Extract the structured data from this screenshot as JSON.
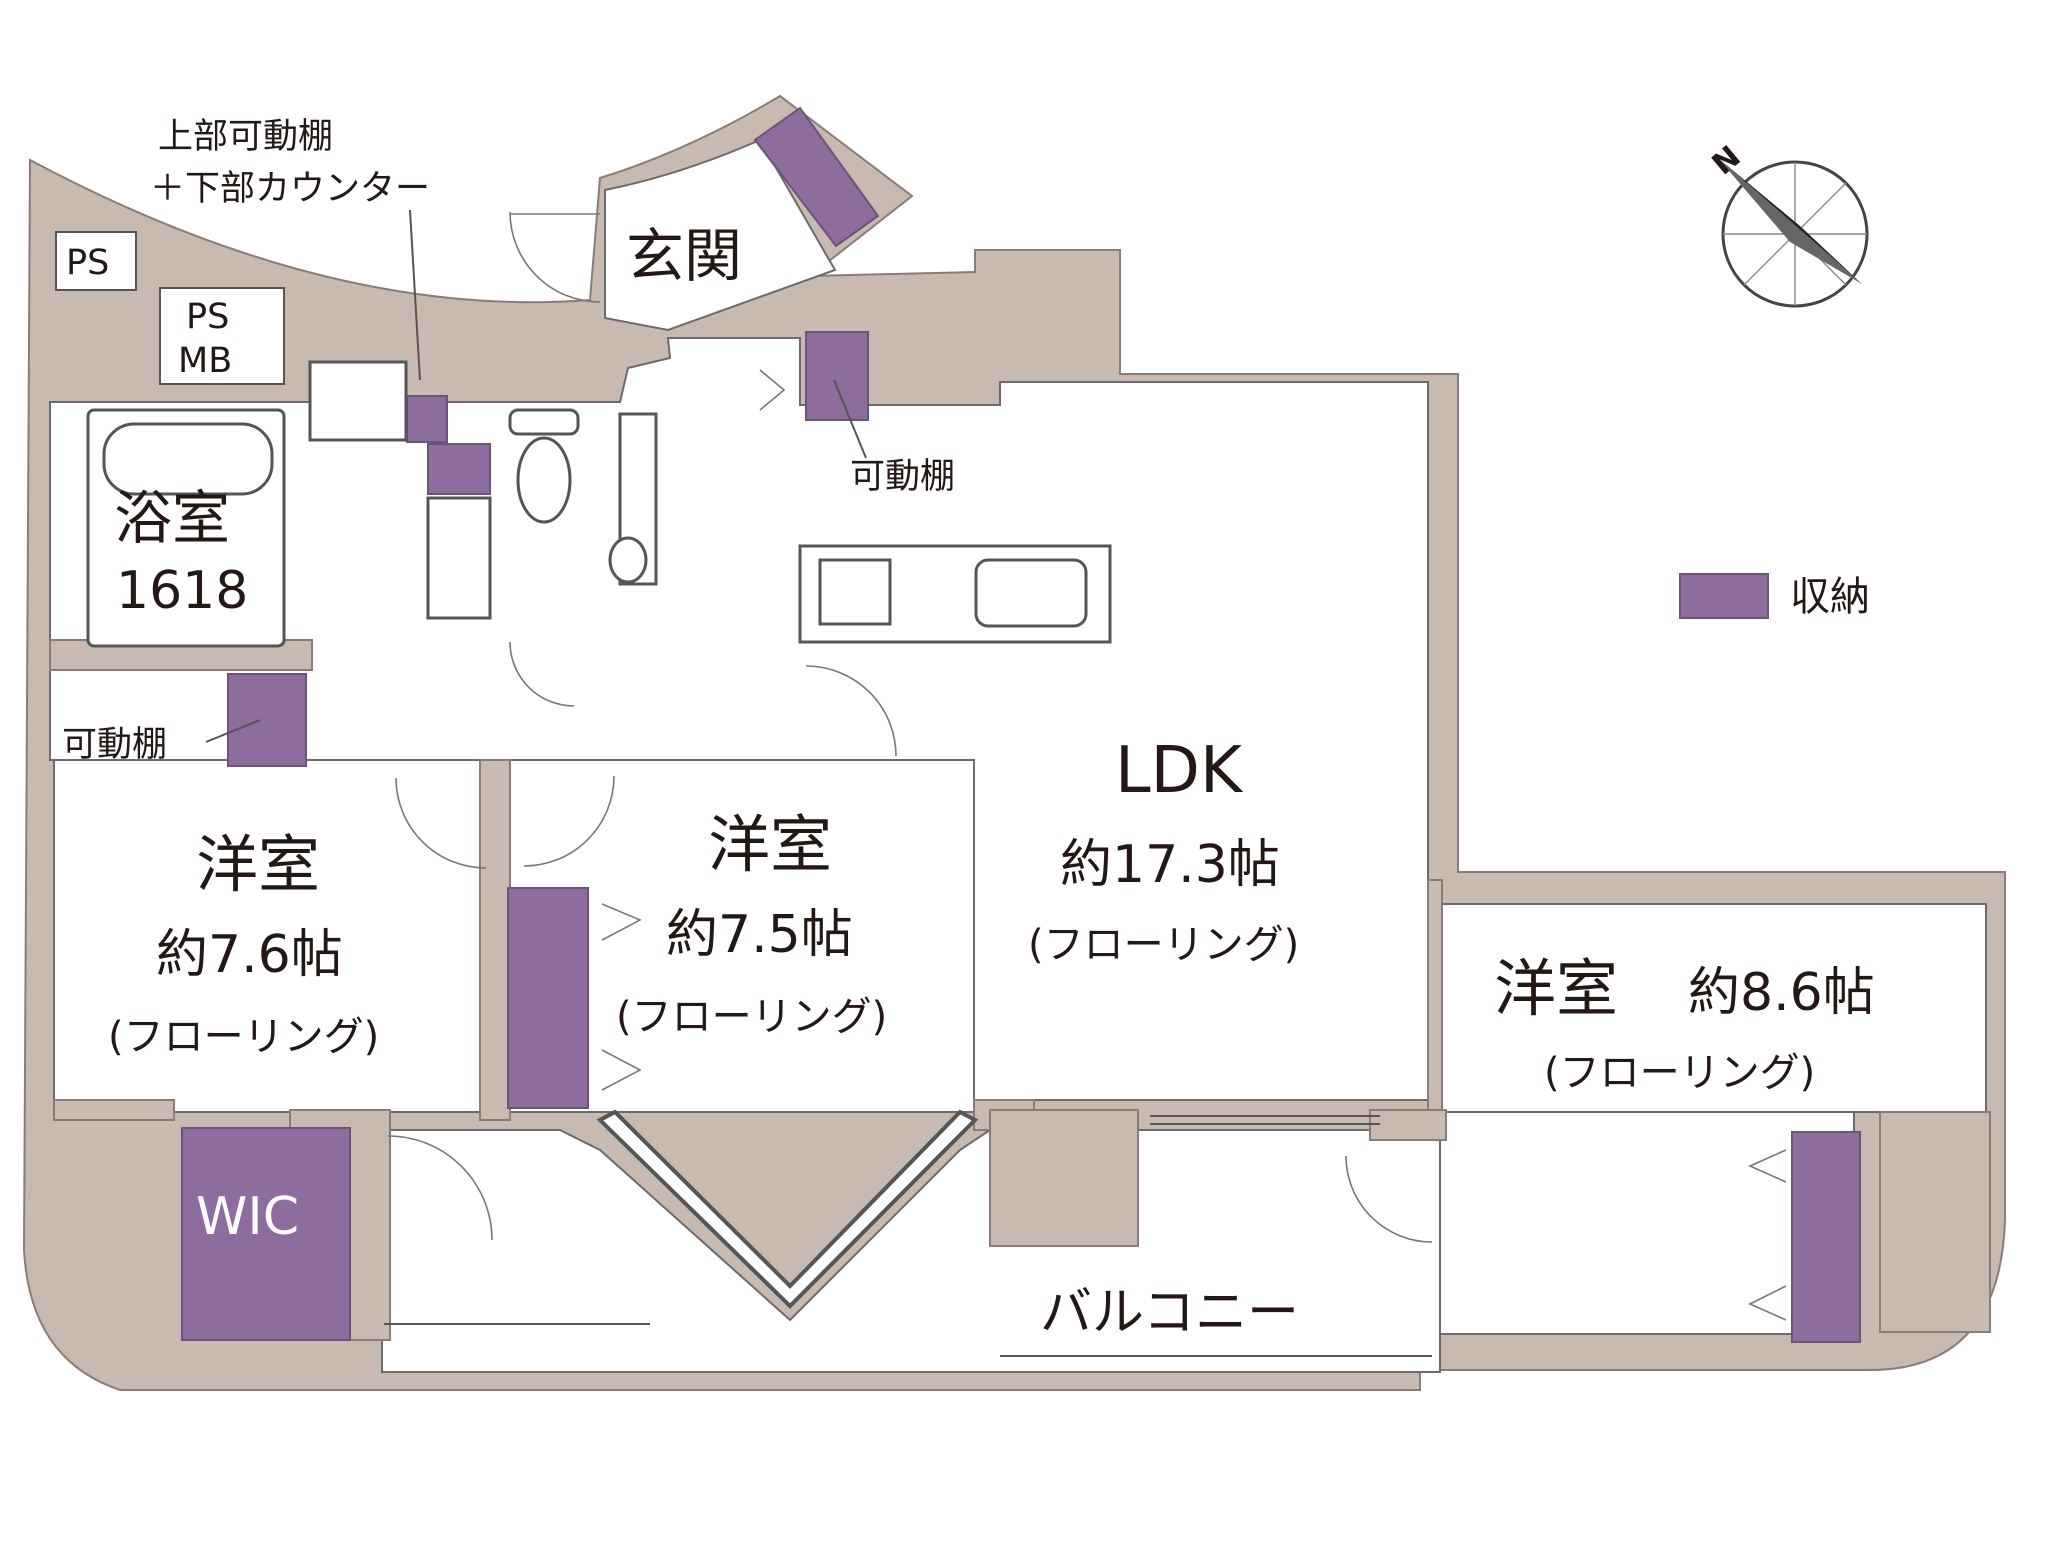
{
  "compass": {
    "label": "N"
  },
  "legend": {
    "storage_label": "収納",
    "storage_color": "#8c6d9e"
  },
  "colors": {
    "wall": "#c8b9b1",
    "storage": "#8c6d9e",
    "text": "#231815"
  },
  "notes": {
    "upper_shelf_line1": "上部可動棚",
    "upper_shelf_line2": "＋下部カウンター",
    "movable_shelf_kitchen": "可動棚",
    "movable_shelf_left": "可動棚"
  },
  "service": {
    "ps1": "PS",
    "ps2": "PS",
    "mb": "MB"
  },
  "rooms": {
    "entrance": {
      "name": "玄関"
    },
    "bath": {
      "name": "浴室",
      "size": "1618"
    },
    "ldk": {
      "name": "LDK",
      "area": "約17.3帖",
      "floor": "(フローリング)"
    },
    "west": {
      "name": "洋室",
      "area": "約7.6帖",
      "floor": "(フローリング)"
    },
    "center": {
      "name": "洋室",
      "area": "約7.5帖",
      "floor": "(フローリング)"
    },
    "east": {
      "name": "洋室",
      "area": "約8.6帖",
      "floor": "(フローリング)"
    },
    "wic": {
      "name": "WIC"
    },
    "balcony": {
      "name": "バルコニー"
    }
  }
}
